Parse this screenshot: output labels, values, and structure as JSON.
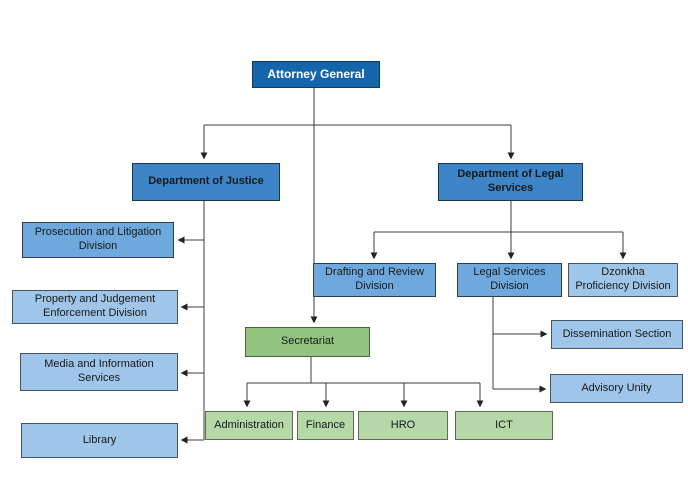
{
  "diagram": {
    "type": "org-chart",
    "nodes": {
      "attorney_general": {
        "label": "Attorney General"
      },
      "dept_justice": {
        "label": "Department of Justice"
      },
      "dept_legal_services": {
        "label": "Department of Legal Services"
      },
      "prosecution_litigation": {
        "label": "Prosecution and Litigation Division"
      },
      "property_judgement": {
        "label": "Property and Judgement Enforcement Division"
      },
      "media_information": {
        "label": "Media and Information Services"
      },
      "library": {
        "label": "Library"
      },
      "drafting_review": {
        "label": "Drafting and Review Division"
      },
      "legal_services_division": {
        "label": "Legal Services Division"
      },
      "dzonkha_proficiency": {
        "label": "Dzonkha Proficiency Division"
      },
      "secretariat": {
        "label": "Secretariat"
      },
      "dissemination_section": {
        "label": "Dissemination Section"
      },
      "advisory_unity": {
        "label": "Advisory Unity"
      },
      "administration": {
        "label": "Administration"
      },
      "finance": {
        "label": "Finance"
      },
      "hro": {
        "label": "HRO"
      },
      "ict": {
        "label": "ICT"
      }
    },
    "hierarchy": [
      {
        "parent": "attorney_general",
        "children": [
          "dept_justice",
          "dept_legal_services",
          "secretariat"
        ]
      },
      {
        "parent": "dept_justice",
        "children": [
          "prosecution_litigation",
          "property_judgement",
          "media_information",
          "library"
        ]
      },
      {
        "parent": "dept_legal_services",
        "children": [
          "drafting_review",
          "legal_services_division",
          "dzonkha_proficiency"
        ]
      },
      {
        "parent": "legal_services_division",
        "children": [
          "dissemination_section",
          "advisory_unity"
        ]
      },
      {
        "parent": "secretariat",
        "children": [
          "administration",
          "finance",
          "hro",
          "ict"
        ]
      }
    ],
    "colors": {
      "root_fill": "#1565ad",
      "department_fill": "#3d85c6",
      "division_mid_blue_fill": "#6fa8dc",
      "division_light_blue_fill": "#9fc5e8",
      "secretariat_fill": "#93c47d",
      "section_green_fill": "#b6d7a8",
      "connector_line": "#3c3c3c",
      "background": "#ffffff"
    }
  }
}
